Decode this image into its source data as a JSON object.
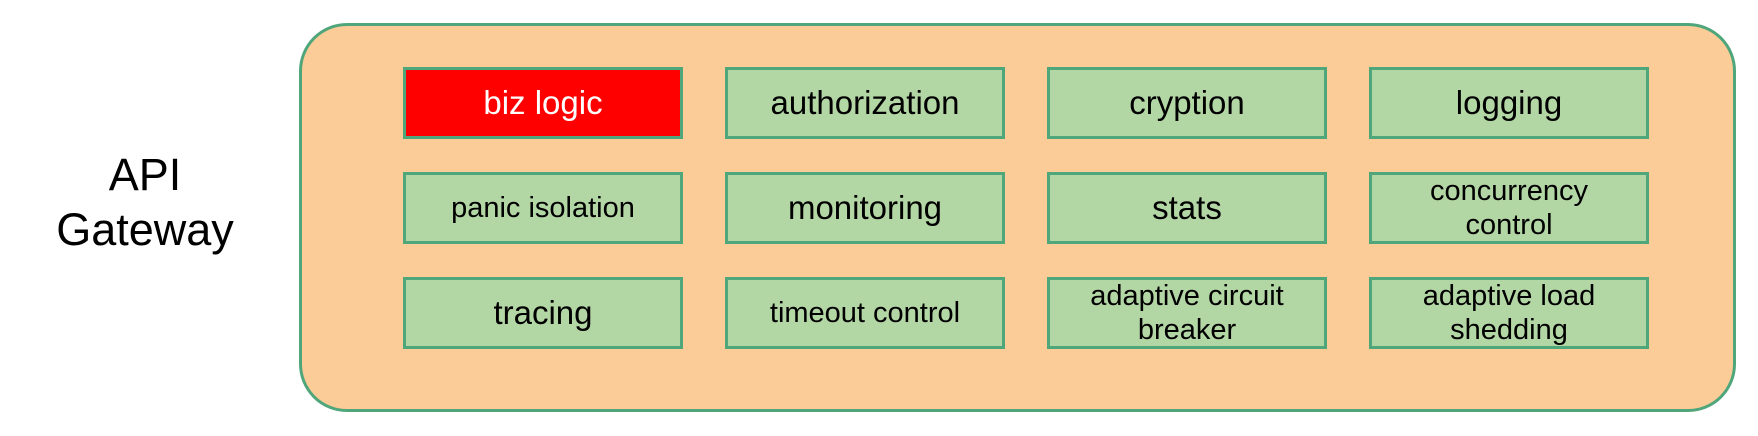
{
  "diagram": {
    "side_label": "API\nGateway",
    "colors": {
      "container_fill": "#FBCC98",
      "container_border": "#4FA67B",
      "module_fill": "#B3D6A5",
      "module_border": "#4FA67B",
      "highlight_fill": "#FF0000",
      "highlight_text": "#FFFFFF",
      "text": "#000000",
      "background": "#FFFFFF"
    },
    "modules": [
      {
        "label": "biz logic",
        "highlight": true,
        "small": false
      },
      {
        "label": "authorization",
        "highlight": false,
        "small": false
      },
      {
        "label": "cryption",
        "highlight": false,
        "small": false
      },
      {
        "label": "logging",
        "highlight": false,
        "small": false
      },
      {
        "label": "panic isolation",
        "highlight": false,
        "small": true
      },
      {
        "label": "monitoring",
        "highlight": false,
        "small": false
      },
      {
        "label": "stats",
        "highlight": false,
        "small": false
      },
      {
        "label": "concurrency\ncontrol",
        "highlight": false,
        "small": true
      },
      {
        "label": "tracing",
        "highlight": false,
        "small": false
      },
      {
        "label": "timeout control",
        "highlight": false,
        "small": true
      },
      {
        "label": "adaptive circuit\nbreaker",
        "highlight": false,
        "small": true
      },
      {
        "label": "adaptive load\nshedding",
        "highlight": false,
        "small": true
      }
    ]
  }
}
